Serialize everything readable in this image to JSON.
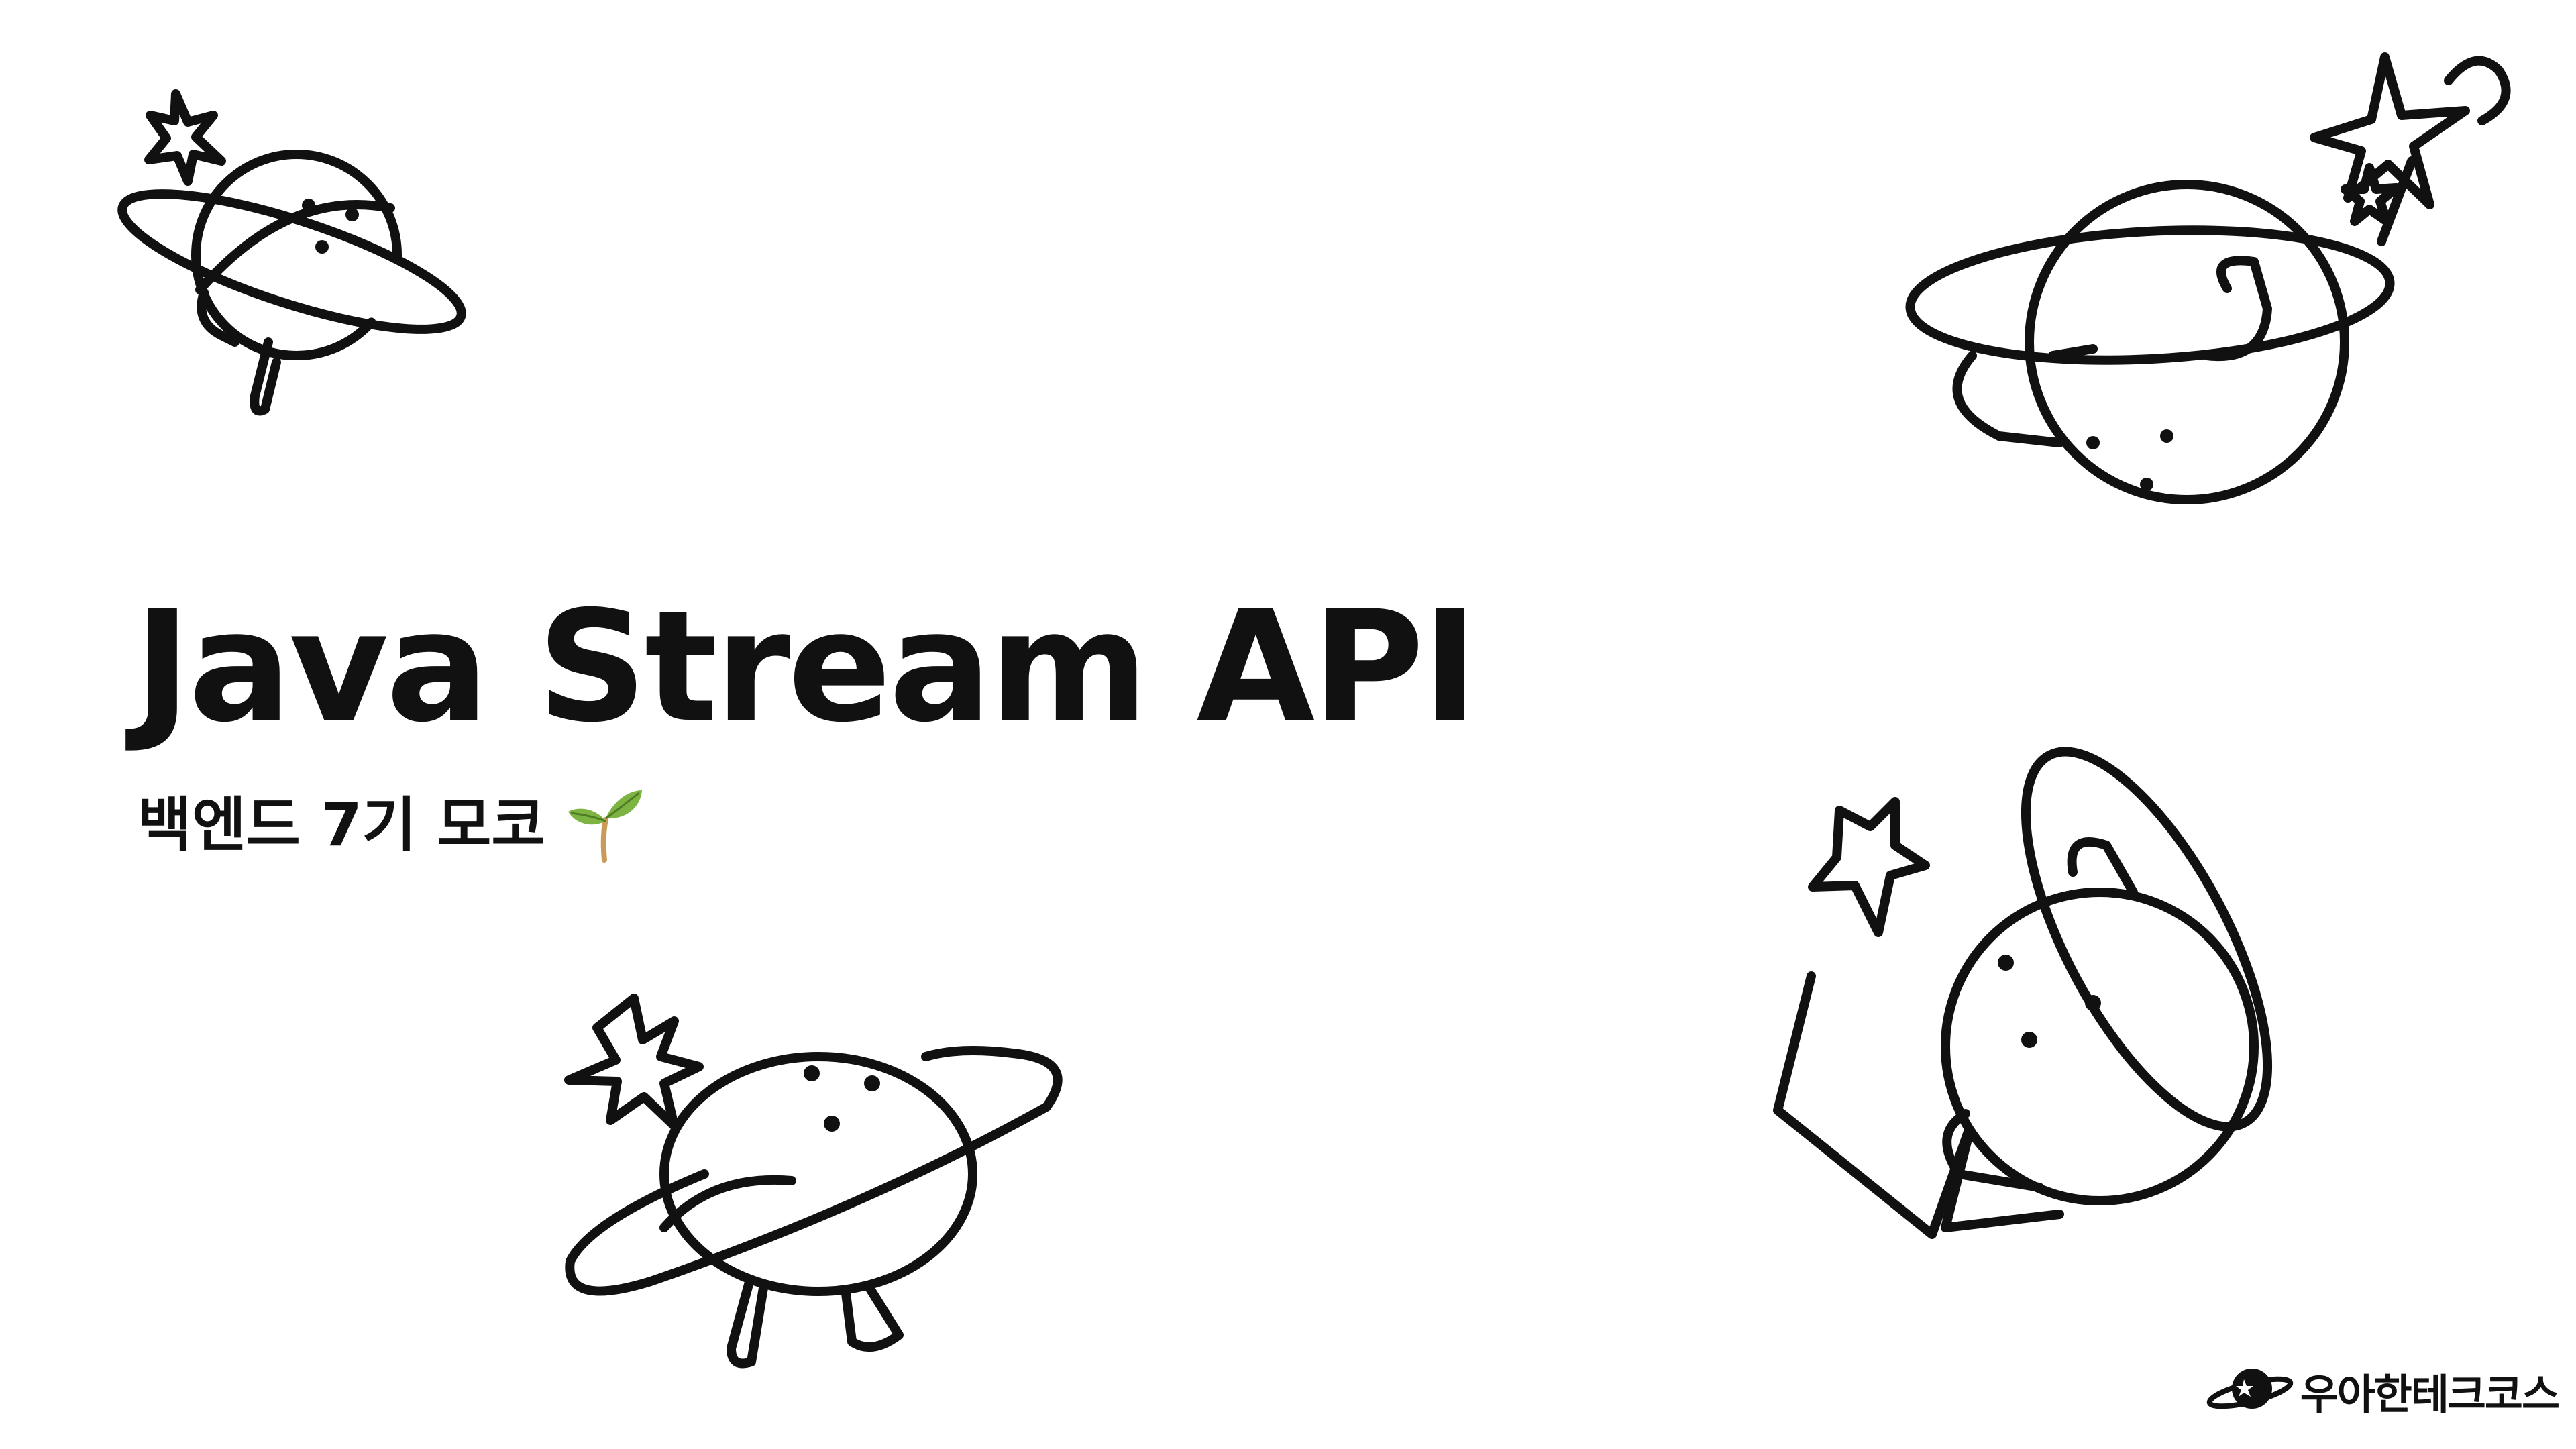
{
  "slide": {
    "title": "Java Stream API",
    "subtitle": "백엔드 7기 모코",
    "subtitle_emoji_icon": "sprout-icon",
    "brand": {
      "logo_icon": "planet-logo-icon",
      "name": "우아한테크코스"
    },
    "illustrations": [
      "planet-character-top-left",
      "planet-character-top-right",
      "planet-character-bottom-center",
      "planet-character-bottom-right"
    ]
  },
  "colors": {
    "background": "#ffffff",
    "ink": "#111111",
    "sprout_green": "#7cb342",
    "sprout_dark_green": "#4e7d24",
    "sprout_stem": "#c89b5a"
  }
}
